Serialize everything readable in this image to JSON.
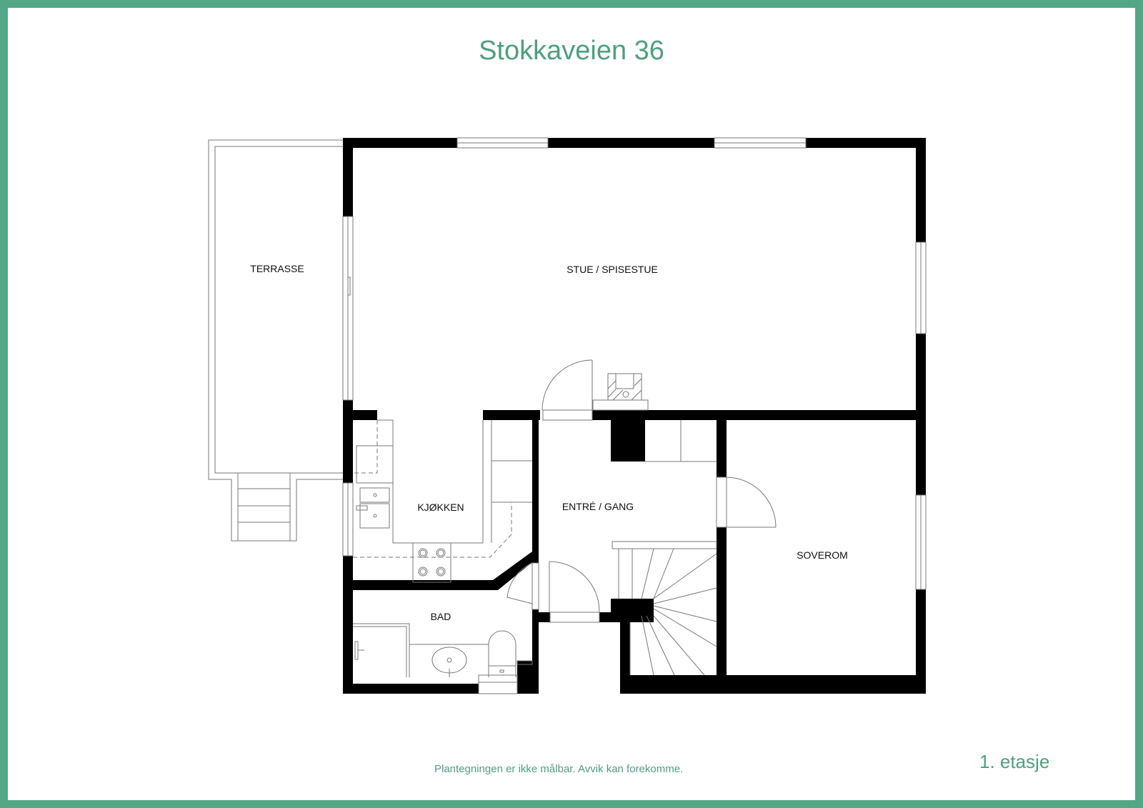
{
  "header": {
    "title": "Stokkaveien 36"
  },
  "footer": {
    "disclaimer": "Plantegningen er ikke målbar. Avvik kan forekomme.",
    "floor_label": "1. etasje"
  },
  "colors": {
    "accent": "#52a886",
    "text_accent": "#4f9f7f",
    "wall": "#000000",
    "line": "#777777"
  },
  "rooms": [
    {
      "id": "terrasse",
      "label": "TERRASSE"
    },
    {
      "id": "stue",
      "label": "STUE / SPISESTUE"
    },
    {
      "id": "kjokken",
      "label": "KJØKKEN"
    },
    {
      "id": "entre",
      "label": "ENTRÉ / GANG"
    },
    {
      "id": "soverom",
      "label": "SOVEROM"
    },
    {
      "id": "bad",
      "label": "BAD"
    }
  ]
}
